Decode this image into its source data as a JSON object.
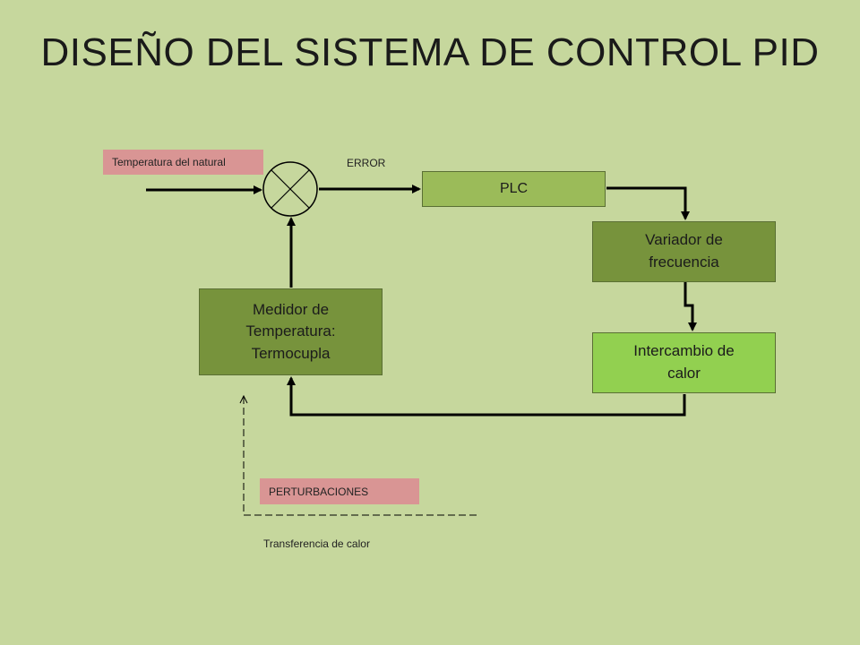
{
  "title": "DISEÑO DEL SISTEMA DE CONTROL PID",
  "colors": {
    "background": "#c6d79d",
    "plc": "#9bbb59",
    "dark_block": "#77933c",
    "light_block": "#92d050",
    "tag": "#d99594"
  },
  "tags": {
    "setpoint": "Temperatura del natural",
    "disturbance": "PERTURBACIONES"
  },
  "labels": {
    "error": "ERROR",
    "heat_transfer": "Transferencia de calor"
  },
  "blocks": {
    "plc": "PLC",
    "vfd_line1": "Variador de",
    "vfd_line2": "frecuencia",
    "heat_line1": "Intercambio de",
    "heat_line2": "calor",
    "sensor_line1": "Medidor de",
    "sensor_line2": "Temperatura:",
    "sensor_line3": "Termocupla"
  },
  "icons": {
    "summing_junction": "circle-x-icon"
  }
}
